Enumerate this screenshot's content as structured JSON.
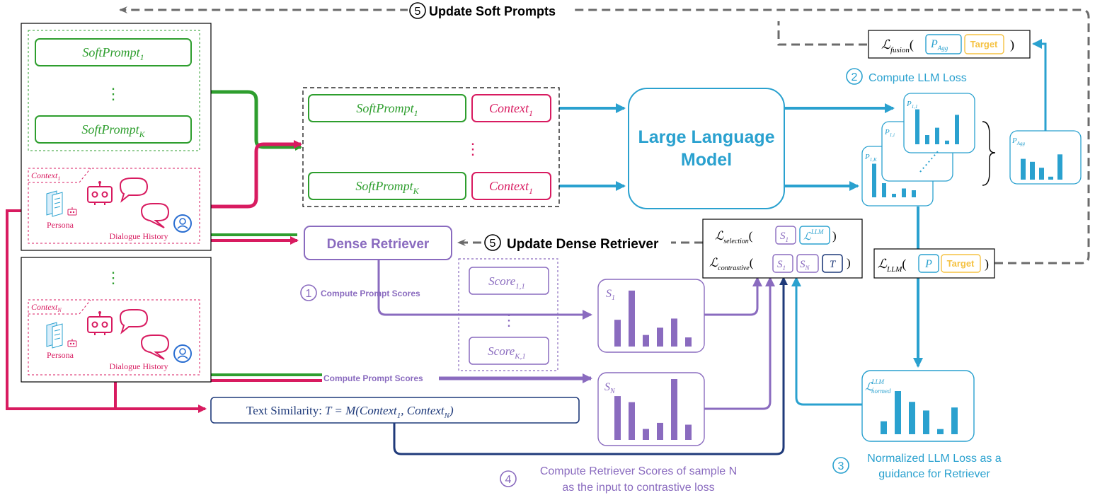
{
  "colors": {
    "green": "#2e9e2e",
    "crimson": "#d81b60",
    "purple": "#8a6bbf",
    "cyan": "#2aa1cf",
    "navy": "#1f3a7a",
    "gold": "#f5c242",
    "gray": "#6b6b6b",
    "black": "#000000"
  },
  "labels": {
    "update_soft_prompts": "Update Soft Prompts",
    "update_dense_retriever": "Update Dense Retriever",
    "compute_llm_loss": "Compute LLM Loss",
    "compute_prompt_scores": "Compute Prompt Scores",
    "compute_prompt_scores_2": "Compute Prompt Scores",
    "normalized_line1": "Normalized LLM Loss as a",
    "normalized_line2": "guidance for Retriever",
    "retriever_line1": "Compute Retriever Scores of sample N",
    "retriever_line2": "as the input to contrastive loss",
    "llm_line1": "Large Language",
    "llm_line2": "Model",
    "dense_retriever": "Dense Retriever",
    "persona": "Persona",
    "dialogue_history": "Dialogue History",
    "text_similarity": "Text Similarity:",
    "target": "Target",
    "vdots": "⋮",
    "step1": "1",
    "step2": "2",
    "step3": "3",
    "step4": "4",
    "step5": "5",
    "paren_open": "(",
    "paren_close": ")"
  },
  "math": {
    "softprompt1": "SoftPrompt",
    "softpromptK": "SoftPrompt",
    "sub1": "1",
    "subK": "K",
    "subN": "N",
    "context": "Context",
    "score": "Score",
    "score_sub_11": "1,1",
    "score_sub_K1": "K,1",
    "S": "S",
    "P": "P",
    "T": "T",
    "L": "ℒ",
    "fusion": "fusion",
    "selection": "selection",
    "contrastive": "contrastive",
    "llm_sub": "LLM",
    "llm_sup": "LLM",
    "normed": "normed",
    "agg": "Agg",
    "p11": "1,1",
    "p1i": "1,i",
    "p1K": "1,K",
    "similarity_formula": "T = M(Context",
    "similarity_mid": ", Context",
    "similarity_end": ")",
    "equals_sign": "T = M("
  },
  "chart_data": [
    {
      "type": "bar",
      "title": "S1",
      "values": [
        0.44,
        0.92,
        0.19,
        0.31,
        0.46,
        0.15
      ]
    },
    {
      "type": "bar",
      "title": "SN",
      "values": [
        0.72,
        0.62,
        0.18,
        0.28,
        1.0,
        0.25
      ]
    },
    {
      "type": "bar",
      "title": "P1,1",
      "values": [
        0.95,
        0.25,
        0.45,
        0.1,
        0.8
      ]
    },
    {
      "type": "bar",
      "title": "P1,K",
      "values": [
        0.95,
        0.4,
        0.1,
        0.25,
        0.2
      ]
    },
    {
      "type": "bar",
      "title": "PAgg",
      "values": [
        0.7,
        0.6,
        0.4,
        0.1,
        0.85
      ]
    },
    {
      "type": "bar",
      "title": "L_normed_LLM",
      "values": [
        0.3,
        1.0,
        0.75,
        0.55,
        0.12,
        0.62
      ]
    }
  ]
}
